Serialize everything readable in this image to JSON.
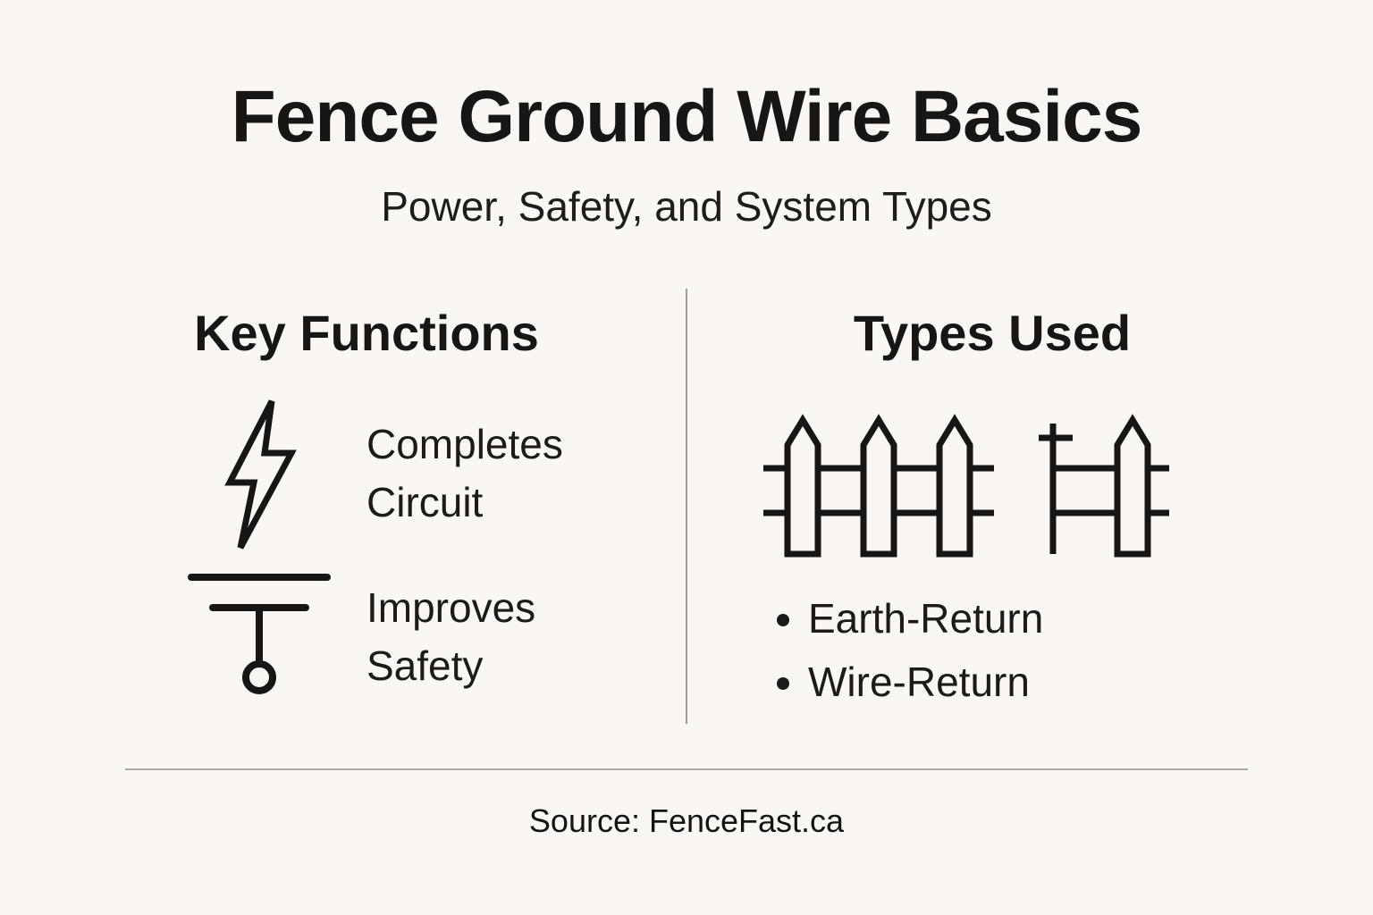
{
  "colors": {
    "background": "#f8f7f5",
    "text": "#161616",
    "divider": "#a8a8a8"
  },
  "header": {
    "title": "Fence Ground Wire Basics",
    "subtitle": "Power, Safety, and System Types"
  },
  "left": {
    "heading": "Key Functions",
    "items": [
      {
        "icon": "lightning-bolt-icon",
        "label": "Completes Circuit"
      },
      {
        "icon": "ground-symbol-icon",
        "label": "Improves Safety"
      }
    ]
  },
  "right": {
    "heading": "Types Used",
    "icons": [
      "picket-fence-icon",
      "partial-fence-icon"
    ],
    "bullets": [
      "Earth-Return",
      "Wire-Return"
    ]
  },
  "footer": {
    "source": "Source: FenceFast.ca"
  }
}
